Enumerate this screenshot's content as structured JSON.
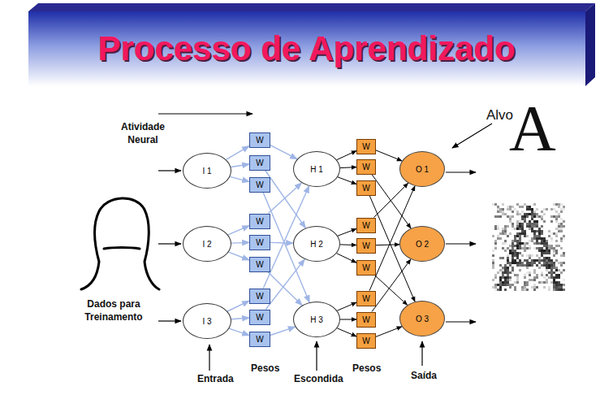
{
  "diagram": {
    "title": "Processo de Aprendizado",
    "nodes": [
      {
        "text": [
          "I 1"
        ]
      },
      {
        "text": [
          "I 2"
        ]
      },
      {
        "text": [
          "I 3"
        ]
      },
      {
        "text": [
          "W"
        ]
      },
      {
        "text": [
          "W"
        ]
      },
      {
        "text": [
          "W"
        ]
      },
      {
        "text": [
          "W"
        ]
      },
      {
        "text": [
          "W"
        ]
      },
      {
        "text": [
          "W"
        ]
      },
      {
        "text": [
          "W"
        ]
      },
      {
        "text": [
          "W"
        ]
      },
      {
        "text": [
          "W"
        ]
      },
      {
        "text": [
          "H 1"
        ]
      },
      {
        "text": [
          "H 2"
        ]
      },
      {
        "text": [
          "H 3"
        ]
      },
      {
        "text": [
          "W"
        ]
      },
      {
        "text": [
          "W"
        ]
      },
      {
        "text": [
          "W"
        ]
      },
      {
        "text": [
          "W"
        ]
      },
      {
        "text": [
          "W"
        ]
      },
      {
        "text": [
          "W"
        ]
      },
      {
        "text": [
          "W"
        ]
      },
      {
        "text": [
          "W"
        ]
      },
      {
        "text": [
          "W"
        ]
      },
      {
        "text": [
          "O 1"
        ]
      },
      {
        "text": [
          "O 2"
        ]
      },
      {
        "text": [
          "O 3"
        ]
      }
    ],
    "edges": [
      {
        "from": 0,
        "to": 3,
        "arrow": "to"
      },
      {
        "from": 0,
        "to": 4,
        "arrow": "to"
      },
      {
        "from": 0,
        "to": 5,
        "arrow": "to"
      },
      {
        "from": 1,
        "to": 6,
        "arrow": "to"
      },
      {
        "from": 1,
        "to": 7,
        "arrow": "to"
      },
      {
        "from": 1,
        "to": 8,
        "arrow": "to"
      },
      {
        "from": 2,
        "to": 9,
        "arrow": "to"
      },
      {
        "from": 2,
        "to": 10,
        "arrow": "to"
      },
      {
        "from": 2,
        "to": 11,
        "arrow": "to"
      },
      {
        "from": 3,
        "to": 12,
        "arrow": "to"
      },
      {
        "from": 4,
        "to": 13,
        "arrow": "to"
      },
      {
        "from": 5,
        "to": 14,
        "arrow": "to"
      },
      {
        "from": 6,
        "to": 12,
        "arrow": "to"
      },
      {
        "from": 7,
        "to": 13,
        "arrow": "to"
      },
      {
        "from": 8,
        "to": 14,
        "arrow": "to"
      },
      {
        "from": 9,
        "to": 12,
        "arrow": "to"
      },
      {
        "from": 10,
        "to": 13,
        "arrow": "to"
      },
      {
        "from": 11,
        "to": 14,
        "arrow": "to"
      },
      {
        "from": 12,
        "to": 15,
        "arrow": "to"
      },
      {
        "from": 12,
        "to": 16,
        "arrow": "to"
      },
      {
        "from": 12,
        "to": 17,
        "arrow": "to"
      },
      {
        "from": 13,
        "to": 18,
        "arrow": "to"
      },
      {
        "from": 13,
        "to": 19,
        "arrow": "to"
      },
      {
        "from": 13,
        "to": 20,
        "arrow": "to"
      },
      {
        "from": 14,
        "to": 21,
        "arrow": "to"
      },
      {
        "from": 14,
        "to": 22,
        "arrow": "to"
      },
      {
        "from": 14,
        "to": 23,
        "arrow": "to"
      },
      {
        "from": 15,
        "to": 24,
        "arrow": "to"
      },
      {
        "from": 16,
        "to": 25,
        "arrow": "to"
      },
      {
        "from": 17,
        "to": 26,
        "arrow": "to"
      },
      {
        "from": 18,
        "to": 24,
        "arrow": "to"
      },
      {
        "from": 19,
        "to": 25,
        "arrow": "to"
      },
      {
        "from": 20,
        "to": 26,
        "arrow": "to"
      },
      {
        "from": 21,
        "to": 24,
        "arrow": "to"
      },
      {
        "from": 22,
        "to": 25,
        "arrow": "to"
      },
      {
        "from": 23,
        "to": 26,
        "arrow": "to"
      }
    ],
    "labels": [
      "Atividade Neural",
      "Dados para Treinamento",
      "Entrada",
      "Pesos",
      "Escondida",
      "Pesos",
      "Saída",
      "Alvo",
      "A"
    ]
  }
}
